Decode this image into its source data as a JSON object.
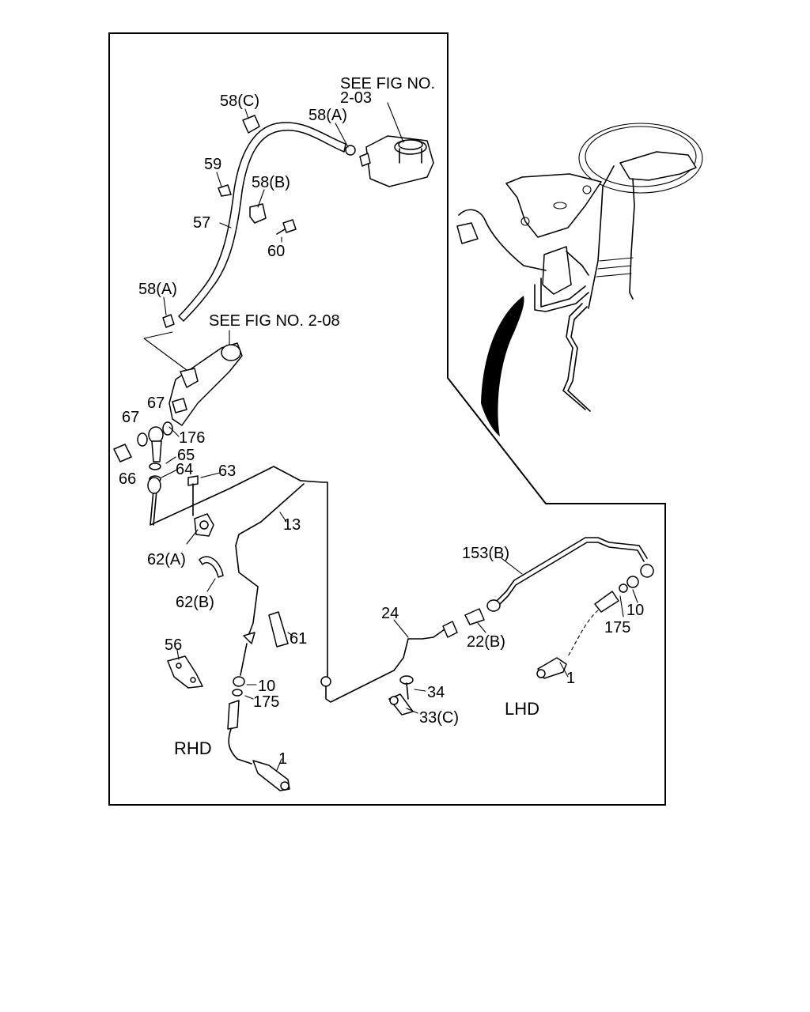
{
  "diagram": {
    "see_fig_top_line1": "SEE FIG NO.",
    "see_fig_top_line2": "2-03",
    "see_fig_mid": "SEE FIG NO. 2-08",
    "rhd": "RHD",
    "lhd": "LHD",
    "labels": {
      "l58c": "58(C)",
      "l58a_top": "58(A)",
      "l59": "59",
      "l58b": "58(B)",
      "l57": "57",
      "l60": "60",
      "l58a_left": "58(A)",
      "l67a": "67",
      "l67b": "67",
      "l176": "176",
      "l65": "65",
      "l66": "66",
      "l64": "64",
      "l63": "63",
      "l13": "13",
      "l62a": "62(A)",
      "l62b": "62(B)",
      "l56": "56",
      "l61": "61",
      "l10_rhd": "10",
      "l175_rhd": "175",
      "l1_rhd": "1",
      "l24": "24",
      "l22b": "22(B)",
      "l34": "34",
      "l33c": "33(C)",
      "l153b": "153(B)",
      "l10_lhd": "10",
      "l175_lhd": "175",
      "l1_lhd": "1"
    }
  }
}
